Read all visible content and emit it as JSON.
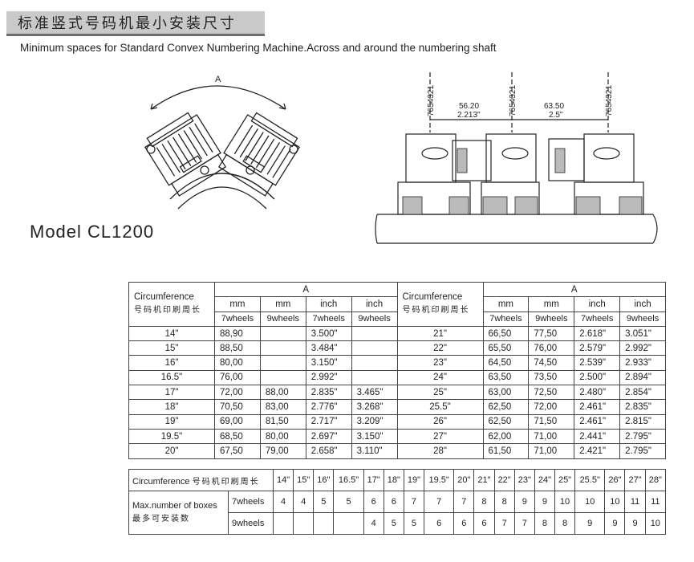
{
  "header": {
    "title_cn": "标准竖式号码机最小安装尺寸",
    "subtitle": "Minimum spaces for Standard Convex Numbering Machine.Across and around the numbering shaft",
    "model": "Model  CL1200"
  },
  "drawing_left": {
    "angle_label": "A"
  },
  "drawing_right": {
    "digits": "7654321",
    "dim1_mm": "56.20",
    "dim1_in": "2.213\"",
    "dim2_mm": "63.50",
    "dim2_in": "2.5\""
  },
  "spec_table": {
    "circ_label": "Circumference",
    "circ_label_cn": "号码机印刷周长",
    "group_label": "A",
    "units": [
      "mm",
      "mm",
      "inch",
      "inch"
    ],
    "wheels": [
      "7wheels",
      "9wheels",
      "7wheels",
      "9wheels"
    ],
    "left_rows": [
      {
        "c": "14\"",
        "v": [
          "88,90",
          "",
          "3.500\"",
          ""
        ]
      },
      {
        "c": "15\"",
        "v": [
          "88,50",
          "",
          "3.484\"",
          ""
        ]
      },
      {
        "c": "16\"",
        "v": [
          "80,00",
          "",
          "3.150\"",
          ""
        ]
      },
      {
        "c": "16.5\"",
        "v": [
          "76,00",
          "",
          "2.992\"",
          ""
        ]
      },
      {
        "c": "17\"",
        "v": [
          "72,00",
          "88,00",
          "2.835\"",
          "3.465\""
        ]
      },
      {
        "c": "18\"",
        "v": [
          "70,50",
          "83,00",
          "2.776\"",
          "3.268\""
        ]
      },
      {
        "c": "19\"",
        "v": [
          "69,00",
          "81,50",
          "2.717\"",
          "3.209\""
        ]
      },
      {
        "c": "19.5\"",
        "v": [
          "68,50",
          "80,00",
          "2.697\"",
          "3.150\""
        ]
      },
      {
        "c": "20\"",
        "v": [
          "67,50",
          "79,00",
          "2.658\"",
          "3.110\""
        ]
      }
    ],
    "right_rows": [
      {
        "c": "21\"",
        "v": [
          "66,50",
          "77,50",
          "2.618\"",
          "3.051\""
        ]
      },
      {
        "c": "22\"",
        "v": [
          "65,50",
          "76,00",
          "2.579\"",
          "2.992\""
        ]
      },
      {
        "c": "23\"",
        "v": [
          "64,50",
          "74,50",
          "2.539\"",
          "2.933\""
        ]
      },
      {
        "c": "24\"",
        "v": [
          "63,50",
          "73,50",
          "2.500\"",
          "2.894\""
        ]
      },
      {
        "c": "25\"",
        "v": [
          "63,00",
          "72,50",
          "2.480\"",
          "2.854\""
        ]
      },
      {
        "c": "25.5\"",
        "v": [
          "62,50",
          "72,00",
          "2.461\"",
          "2.835\""
        ]
      },
      {
        "c": "26\"",
        "v": [
          "62,50",
          "71,50",
          "2.461\"",
          "2.815\""
        ]
      },
      {
        "c": "27\"",
        "v": [
          "62,00",
          "71,00",
          "2.441\"",
          "2.795\""
        ]
      },
      {
        "c": "28\"",
        "v": [
          "61,50",
          "71,00",
          "2.421\"",
          "2.795\""
        ]
      }
    ]
  },
  "boxes_table": {
    "circ_label": "Circumference",
    "circ_label_cn": "号码机印刷周长",
    "max_label": "Max.number of boxes",
    "max_label_cn": "最多可安装数",
    "row7_label": "7wheels",
    "row9_label": "9wheels",
    "circumferences": [
      "14\"",
      "15\"",
      "16\"",
      "16.5\"",
      "17\"",
      "18\"",
      "19\"",
      "19.5\"",
      "20\"",
      "21\"",
      "22\"",
      "23\"",
      "24\"",
      "25\"",
      "25.5\"",
      "26\"",
      "27\"",
      "28\""
    ],
    "wheels7": [
      "4",
      "4",
      "5",
      "5",
      "6",
      "6",
      "7",
      "7",
      "7",
      "8",
      "8",
      "9",
      "9",
      "10",
      "10",
      "10",
      "11",
      "11"
    ],
    "wheels9": [
      "",
      "",
      "",
      "",
      "4",
      "5",
      "5",
      "6",
      "6",
      "6",
      "7",
      "7",
      "8",
      "8",
      "9",
      "9",
      "9",
      "10"
    ]
  }
}
